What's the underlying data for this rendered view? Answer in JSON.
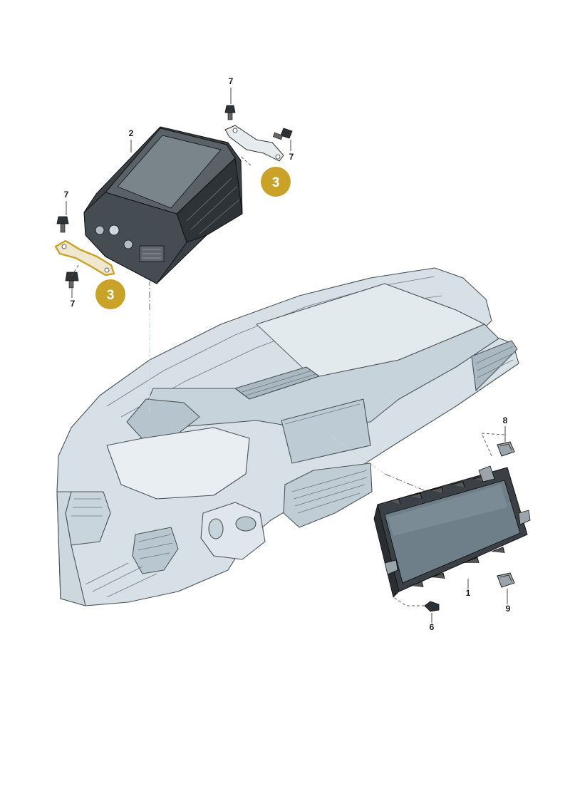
{
  "callouts": {
    "c1": "1",
    "c2": "2",
    "c6": "6",
    "c7a": "7",
    "c7b": "7",
    "c7c": "7",
    "c7d": "7",
    "c8": "8",
    "c9": "9"
  },
  "badges": {
    "b3_upper": "3",
    "b3_lower": "3"
  },
  "colors": {
    "badge_fill": "#c9a227",
    "bracket_highlight": "#c9a227",
    "dashboard_fill": "#d6e0e6",
    "dashboard_shade": "#bccbd4",
    "unit_dark": "#3a4045",
    "screen_fill": "#6e7f8a"
  }
}
